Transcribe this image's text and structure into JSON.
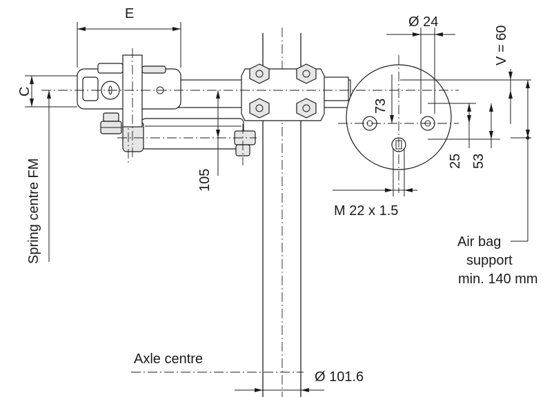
{
  "labels": {
    "e": "E",
    "c": "C",
    "d24": "Ø 24",
    "v60": "V = 60",
    "d73": "73",
    "d105": "105",
    "d25": "25",
    "d53": "53",
    "thread": "M 22 x 1.5",
    "spring_centre": "Spring centre FM",
    "airbag_line1": "Air bag",
    "airbag_line2": "support",
    "airbag_line3": "min. 140 mm",
    "axle_centre": "Axle centre",
    "d101": "Ø 101.6"
  }
}
